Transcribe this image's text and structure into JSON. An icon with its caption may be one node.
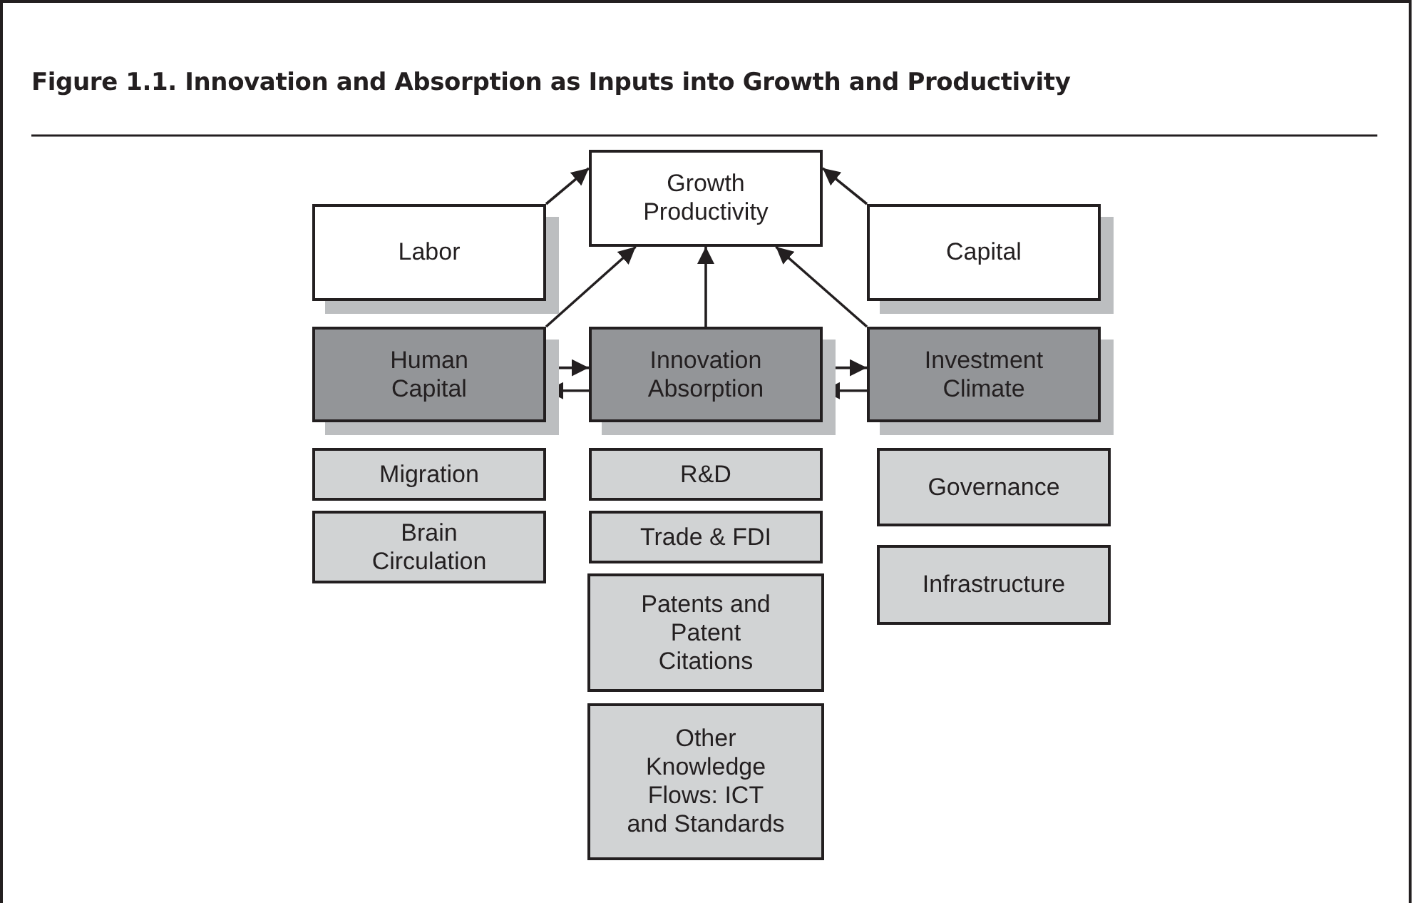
{
  "diagram": {
    "title": "Figure 1.1.  Innovation and Absorption as Inputs into Growth and Productivity",
    "nodes": [
      {
        "text": [
          "Growth Productivity"
        ]
      },
      {
        "text": [
          "Labor"
        ]
      },
      {
        "text": [
          "Capital"
        ]
      },
      {
        "text": [
          "Human Capital"
        ]
      },
      {
        "text": [
          "Innovation Absorption"
        ]
      },
      {
        "text": [
          "Investment Climate"
        ]
      },
      {
        "text": [
          "Migration"
        ]
      },
      {
        "text": [
          "Brain Circulation"
        ]
      },
      {
        "text": [
          "R&D"
        ]
      },
      {
        "text": [
          "Trade & FDI"
        ]
      },
      {
        "text": [
          "Patents and Patent Citations"
        ]
      },
      {
        "text": [
          "Other Knowledge Flows: ICT and Standards"
        ]
      },
      {
        "text": [
          "Governance"
        ]
      },
      {
        "text": [
          "Infrastructure"
        ]
      }
    ],
    "edges": [
      {
        "from": 1,
        "to": 0,
        "arrow": "to"
      },
      {
        "from": 2,
        "to": 0,
        "arrow": "to"
      },
      {
        "from": 3,
        "to": 0,
        "arrow": "to"
      },
      {
        "from": 4,
        "to": 0,
        "arrow": "to"
      },
      {
        "from": 5,
        "to": 0,
        "arrow": "to"
      },
      {
        "from": 3,
        "to": 4,
        "arrow": "to"
      },
      {
        "from": 4,
        "to": 3,
        "arrow": "to"
      },
      {
        "from": 4,
        "to": 5,
        "arrow": "to"
      },
      {
        "from": 5,
        "to": 4,
        "arrow": "to"
      }
    ]
  }
}
